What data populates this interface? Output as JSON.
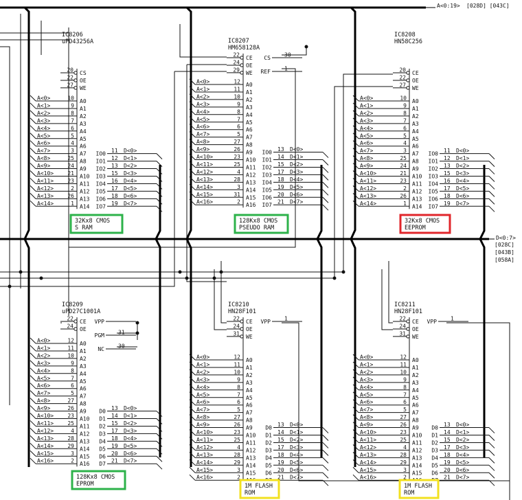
{
  "bus_labels": {
    "address": "A<0:19>",
    "address_refs": "[028D] [043C]",
    "data": "D<0:7>",
    "data_refs": [
      "[028C]",
      "[043B]",
      "[058A]"
    ]
  },
  "tag_colors": {
    "green": "#2db24a",
    "red": "#e0262b",
    "yellow": "#f2e01f"
  },
  "chips": [
    {
      "id": "IC8206",
      "part": "uPD43256A",
      "ctrl": [
        [
          "20",
          "CS"
        ],
        [
          "22",
          "OE"
        ],
        [
          "27",
          "WE"
        ]
      ],
      "side": [],
      "addr": [
        [
          "A<0>",
          "10",
          "A0"
        ],
        [
          "A<1>",
          "9",
          "A1"
        ],
        [
          "A<2>",
          "8",
          "A2"
        ],
        [
          "A<3>",
          "7",
          "A3"
        ],
        [
          "A<4>",
          "6",
          "A4"
        ],
        [
          "A<5>",
          "5",
          "A5"
        ],
        [
          "A<6>",
          "4",
          "A6"
        ],
        [
          "A<7>",
          "3",
          "A7"
        ],
        [
          "A<8>",
          "25",
          "A8"
        ],
        [
          "A<9>",
          "24",
          "A9"
        ],
        [
          "A<10>",
          "21",
          "A10"
        ],
        [
          "A<11>",
          "23",
          "A11"
        ],
        [
          "A<12>",
          "2",
          "A12"
        ],
        [
          "A<13>",
          "26",
          "A13"
        ],
        [
          "A<14>",
          "1",
          "A14"
        ]
      ],
      "data": [
        [
          "IO0",
          "11",
          "D<0>"
        ],
        [
          "IO1",
          "12",
          "D<1>"
        ],
        [
          "IO2",
          "13",
          "D<2>"
        ],
        [
          "IO3",
          "15",
          "D<3>"
        ],
        [
          "IO4",
          "16",
          "D<4>"
        ],
        [
          "IO5",
          "17",
          "D<5>"
        ],
        [
          "IO6",
          "18",
          "D<6>"
        ],
        [
          "IO7",
          "19",
          "D<7>"
        ]
      ],
      "tag": [
        "32Kx8 CMOS",
        "S RAM"
      ],
      "tag_color": "green"
    },
    {
      "id": "IC8207",
      "part": "HM658128A",
      "ctrl": [
        [
          "22",
          "CE"
        ],
        [
          "24",
          "OE"
        ],
        [
          "29",
          "WE"
        ]
      ],
      "side": [
        [
          "CS",
          "30"
        ],
        [
          "REF",
          "1"
        ]
      ],
      "addr": [
        [
          "A<0>",
          "12",
          "A0"
        ],
        [
          "A<1>",
          "11",
          "A1"
        ],
        [
          "A<2>",
          "10",
          "A2"
        ],
        [
          "A<3>",
          "9",
          "A3"
        ],
        [
          "A<4>",
          "8",
          "A4"
        ],
        [
          "A<5>",
          "7",
          "A5"
        ],
        [
          "A<6>",
          "6",
          "A6"
        ],
        [
          "A<7>",
          "5",
          "A7"
        ],
        [
          "A<8>",
          "27",
          "A8"
        ],
        [
          "A<9>",
          "26",
          "A9"
        ],
        [
          "A<10>",
          "23",
          "A10"
        ],
        [
          "A<11>",
          "25",
          "A11"
        ],
        [
          "A<12>",
          "4",
          "A12"
        ],
        [
          "A<13>",
          "28",
          "A13"
        ],
        [
          "A<14>",
          "3",
          "A14"
        ],
        [
          "A<15>",
          "31",
          "A15"
        ],
        [
          "A<16>",
          "2",
          "A16"
        ]
      ],
      "data": [
        [
          "IO0",
          "13",
          "D<0>"
        ],
        [
          "IO1",
          "14",
          "D<1>"
        ],
        [
          "IO2",
          "15",
          "D<2>"
        ],
        [
          "IO3",
          "17",
          "D<3>"
        ],
        [
          "IO4",
          "18",
          "D<4>"
        ],
        [
          "IO5",
          "19",
          "D<5>"
        ],
        [
          "IO6",
          "20",
          "D<6>"
        ],
        [
          "IO7",
          "21",
          "D<7>"
        ]
      ],
      "tag": [
        "128Kx8 CMOS",
        "PSEUDO RAM"
      ],
      "tag_color": "green"
    },
    {
      "id": "IC8208",
      "part": "HN58C256",
      "ctrl": [
        [
          "20",
          "CE"
        ],
        [
          "22",
          "OE"
        ],
        [
          "27",
          "WE"
        ]
      ],
      "side": [],
      "addr": [
        [
          "A<0>",
          "10",
          "A0"
        ],
        [
          "A<1>",
          "9",
          "A1"
        ],
        [
          "A<2>",
          "8",
          "A2"
        ],
        [
          "A<3>",
          "7",
          "A3"
        ],
        [
          "A<4>",
          "6",
          "A4"
        ],
        [
          "A<5>",
          "5",
          "A5"
        ],
        [
          "A<6>",
          "4",
          "A6"
        ],
        [
          "A<7>",
          "3",
          "A7"
        ],
        [
          "A<8>",
          "25",
          "A8"
        ],
        [
          "A<9>",
          "24",
          "A9"
        ],
        [
          "A<10>",
          "21",
          "A10"
        ],
        [
          "A<11>",
          "23",
          "A11"
        ],
        [
          "A<12>",
          "2",
          "A12"
        ],
        [
          "A<13>",
          "26",
          "A13"
        ],
        [
          "A<14>",
          "1",
          "A14"
        ]
      ],
      "data": [
        [
          "IO0",
          "11",
          "D<0>"
        ],
        [
          "IO1",
          "12",
          "D<1>"
        ],
        [
          "IO2",
          "13",
          "D<2>"
        ],
        [
          "IO3",
          "15",
          "D<3>"
        ],
        [
          "IO4",
          "16",
          "D<4>"
        ],
        [
          "IO5",
          "17",
          "D<5>"
        ],
        [
          "IO6",
          "18",
          "D<6>"
        ],
        [
          "IO7",
          "19",
          "D<7>"
        ]
      ],
      "tag": [
        "32Kx8 CMOS",
        "EEPROM"
      ],
      "tag_color": "red"
    },
    {
      "id": "IC8209",
      "part": "uPD27C1001A",
      "ctrl": [
        [
          "22",
          "CE"
        ],
        [
          "24",
          "OE"
        ]
      ],
      "side": [
        [
          "VPP",
          ""
        ],
        [
          "PGM",
          "31"
        ],
        [
          "NC",
          "30"
        ]
      ],
      "addr": [
        [
          "A<0>",
          "12",
          "A0"
        ],
        [
          "A<1>",
          "11",
          "A1"
        ],
        [
          "A<2>",
          "10",
          "A2"
        ],
        [
          "A<3>",
          "9",
          "A3"
        ],
        [
          "A<4>",
          "8",
          "A4"
        ],
        [
          "A<5>",
          "7",
          "A5"
        ],
        [
          "A<6>",
          "6",
          "A6"
        ],
        [
          "A<7>",
          "5",
          "A7"
        ],
        [
          "A<8>",
          "27",
          "A8"
        ],
        [
          "A<9>",
          "26",
          "A9"
        ],
        [
          "A<10>",
          "23",
          "A10"
        ],
        [
          "A<11>",
          "25",
          "A11"
        ],
        [
          "A<12>",
          "4",
          "A12"
        ],
        [
          "A<13>",
          "28",
          "A13"
        ],
        [
          "A<14>",
          "29",
          "A14"
        ],
        [
          "A<15>",
          "3",
          "A15"
        ],
        [
          "A<16>",
          "2",
          "A16"
        ]
      ],
      "data": [
        [
          "D0",
          "13",
          "D<0>"
        ],
        [
          "D1",
          "14",
          "D<1>"
        ],
        [
          "D2",
          "15",
          "D<2>"
        ],
        [
          "D3",
          "17",
          "D<3>"
        ],
        [
          "D4",
          "18",
          "D<4>"
        ],
        [
          "D5",
          "19",
          "D<5>"
        ],
        [
          "D6",
          "20",
          "D<6>"
        ],
        [
          "D7",
          "21",
          "D<7>"
        ]
      ],
      "tag": [
        "128Kx8 CMOS",
        "EPROM"
      ],
      "tag_color": "green"
    },
    {
      "id": "IC8210",
      "part": "HN28F101",
      "ctrl": [
        [
          "22",
          "CE"
        ],
        [
          "24",
          "OE"
        ],
        [
          "31",
          "WE"
        ]
      ],
      "side": [
        [
          "VPP",
          "1"
        ]
      ],
      "addr": [
        [
          "A<0>",
          "12",
          "A0"
        ],
        [
          "A<1>",
          "11",
          "A1"
        ],
        [
          "A<2>",
          "10",
          "A2"
        ],
        [
          "A<3>",
          "9",
          "A3"
        ],
        [
          "A<4>",
          "8",
          "A4"
        ],
        [
          "A<5>",
          "7",
          "A5"
        ],
        [
          "A<6>",
          "6",
          "A6"
        ],
        [
          "A<7>",
          "5",
          "A7"
        ],
        [
          "A<8>",
          "27",
          "A8"
        ],
        [
          "A<9>",
          "26",
          "A9"
        ],
        [
          "A<10>",
          "23",
          "A10"
        ],
        [
          "A<11>",
          "25",
          "A11"
        ],
        [
          "A<12>",
          "4",
          "A12"
        ],
        [
          "A<13>",
          "28",
          "A13"
        ],
        [
          "A<14>",
          "29",
          "A14"
        ],
        [
          "A<15>",
          "3",
          "A15"
        ],
        [
          "A<16>",
          "2",
          "A16"
        ]
      ],
      "data": [
        [
          "D0",
          "13",
          "D<0>"
        ],
        [
          "D1",
          "14",
          "D<1>"
        ],
        [
          "D2",
          "15",
          "D<2>"
        ],
        [
          "D3",
          "17",
          "D<3>"
        ],
        [
          "D4",
          "18",
          "D<4>"
        ],
        [
          "D5",
          "19",
          "D<5>"
        ],
        [
          "D6",
          "20",
          "D<6>"
        ],
        [
          "D7",
          "21",
          "D<7>"
        ]
      ],
      "tag": [
        "1M FLASH",
        "ROM"
      ],
      "tag_color": "yellow"
    },
    {
      "id": "IC8211",
      "part": "HN28F101",
      "ctrl": [
        [
          "22",
          "CE"
        ],
        [
          "24",
          "OE"
        ],
        [
          "31",
          "WE"
        ]
      ],
      "side": [
        [
          "VPP",
          "1"
        ]
      ],
      "addr": [
        [
          "A<0>",
          "12",
          "A0"
        ],
        [
          "A<1>",
          "11",
          "A1"
        ],
        [
          "A<2>",
          "10",
          "A2"
        ],
        [
          "A<3>",
          "9",
          "A3"
        ],
        [
          "A<4>",
          "8",
          "A4"
        ],
        [
          "A<5>",
          "7",
          "A5"
        ],
        [
          "A<6>",
          "6",
          "A6"
        ],
        [
          "A<7>",
          "5",
          "A7"
        ],
        [
          "A<8>",
          "27",
          "A8"
        ],
        [
          "A<9>",
          "26",
          "A9"
        ],
        [
          "A<10>",
          "23",
          "A10"
        ],
        [
          "A<11>",
          "25",
          "A11"
        ],
        [
          "A<12>",
          "4",
          "A12"
        ],
        [
          "A<13>",
          "28",
          "A13"
        ],
        [
          "A<14>",
          "29",
          "A14"
        ],
        [
          "A<15>",
          "3",
          "A15"
        ],
        [
          "A<16>",
          "2",
          "A16"
        ]
      ],
      "data": [
        [
          "D0",
          "13",
          "D<0>"
        ],
        [
          "D1",
          "14",
          "D<1>"
        ],
        [
          "D2",
          "15",
          "D<2>"
        ],
        [
          "D3",
          "17",
          "D<3>"
        ],
        [
          "D4",
          "18",
          "D<4>"
        ],
        [
          "D5",
          "19",
          "D<5>"
        ],
        [
          "D6",
          "20",
          "D<6>"
        ],
        [
          "D7",
          "21",
          "D<7>"
        ]
      ],
      "tag": [
        "1M FLASH",
        "ROM"
      ],
      "tag_color": "yellow"
    }
  ]
}
